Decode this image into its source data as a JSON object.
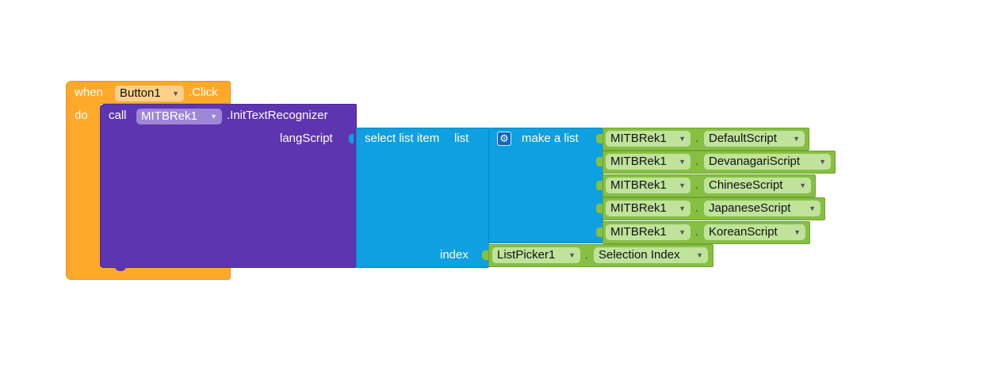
{
  "event": {
    "when": "when",
    "component": "Button1",
    "event_name": ".Click",
    "do": "do"
  },
  "call": {
    "call": "call",
    "component": "MITBRek1",
    "method": ".InitTextRecognizer",
    "param": "langScript"
  },
  "select": {
    "label": "select list item",
    "list": "list",
    "index": "index"
  },
  "make_list": {
    "label": "make a list",
    "icon": "gear-icon"
  },
  "items": [
    {
      "component": "MITBRek1",
      "property": "DefaultScript"
    },
    {
      "component": "MITBRek1",
      "property": "DevanagariScript"
    },
    {
      "component": "MITBRek1",
      "property": "ChineseScript"
    },
    {
      "component": "MITBRek1",
      "property": "JapaneseScript"
    },
    {
      "component": "MITBRek1",
      "property": "KoreanScript"
    }
  ],
  "index_block": {
    "component": "ListPicker1",
    "property": "Selection Index"
  },
  "dot": ".",
  "arrow": "▼",
  "colors": {
    "event": "#ffa92b",
    "call": "#5e35b1",
    "list": "#0ea0e0",
    "component": "#87bf43"
  }
}
